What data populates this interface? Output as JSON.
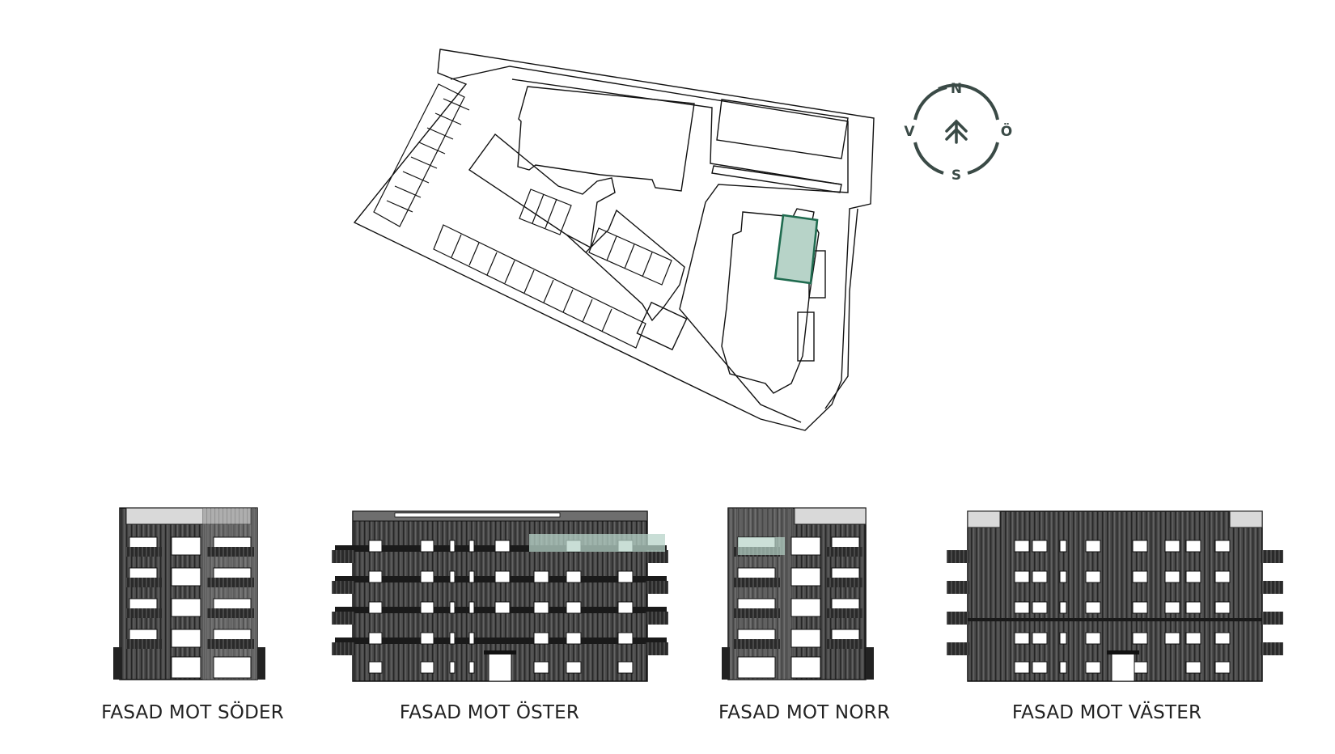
{
  "site_plan": {
    "highlight_color": "#1f6b4f",
    "highlight_fill": "#b7d3c8"
  },
  "compass": {
    "north": "N",
    "east": "Ö",
    "south": "S",
    "west": "V",
    "color": "#3a4a46"
  },
  "elevations": [
    {
      "caption": "FASAD MOT SÖDER"
    },
    {
      "caption": "FASAD MOT ÖSTER"
    },
    {
      "caption": "FASAD MOT NORR"
    },
    {
      "caption": "FASAD MOT VÄSTER"
    }
  ]
}
